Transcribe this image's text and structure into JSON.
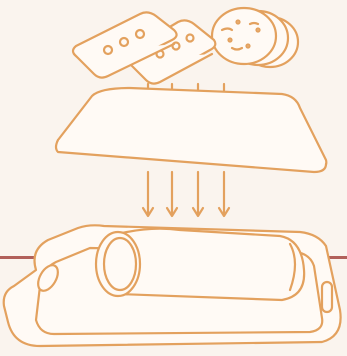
{
  "scene": {
    "background_color": "#faf4ee",
    "line_color": "#e3a15e",
    "fill_color": "#fffaf5",
    "divider_color": "#b1605a",
    "elements": [
      "cracker-stack",
      "cracker-rounds-stack",
      "pastry-sheet",
      "arrows-down",
      "rolled-dough",
      "serving-tray"
    ]
  }
}
